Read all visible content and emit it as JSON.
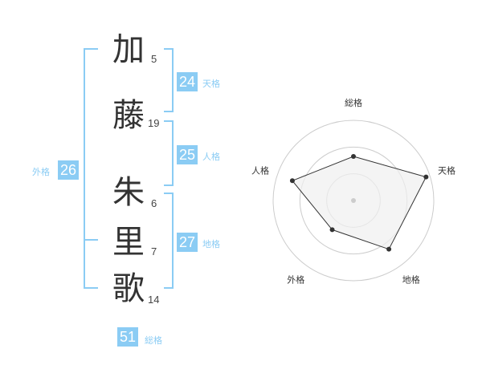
{
  "name": {
    "chars": [
      {
        "char": "加",
        "strokes": "5"
      },
      {
        "char": "藤",
        "strokes": "19"
      },
      {
        "char": "朱",
        "strokes": "6"
      },
      {
        "char": "里",
        "strokes": "7"
      },
      {
        "char": "歌",
        "strokes": "14"
      }
    ]
  },
  "kakusu": {
    "tenkaku": {
      "value": "24",
      "label": "天格"
    },
    "jinkaku": {
      "value": "25",
      "label": "人格"
    },
    "chikaku": {
      "value": "27",
      "label": "地格"
    },
    "gaikaku": {
      "value": "26",
      "label": "外格"
    },
    "soukaku": {
      "value": "51",
      "label": "総格"
    }
  },
  "chart_data": {
    "type": "radar",
    "axes": [
      "総格",
      "天格",
      "地格",
      "外格",
      "人格"
    ],
    "values": [
      0.55,
      0.95,
      0.75,
      0.45,
      0.8
    ],
    "rings": 3,
    "colors": {
      "fill": "#f0f0f0",
      "line": "#333333",
      "point": "#333333",
      "ring": "#cccccc",
      "center": "#cccccc"
    }
  },
  "colors": {
    "accent": "#8bccf4",
    "text": "#333333"
  }
}
